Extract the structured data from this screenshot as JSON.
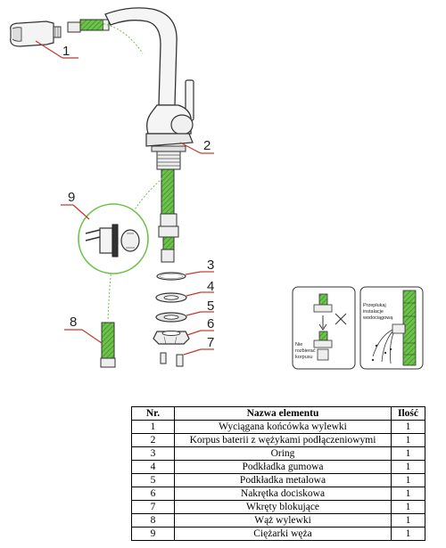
{
  "callouts": [
    "1",
    "2",
    "3",
    "4",
    "5",
    "6",
    "7",
    "8",
    "9"
  ],
  "inset_left": {
    "label_line1": "Nie",
    "label_line2": "rozbierać",
    "label_line3": "korpusu"
  },
  "inset_right": {
    "label_line1": "Przepłukaj",
    "label_line2": "instalacje",
    "label_line3": "wodociągową"
  },
  "colors": {
    "accent_green": "#6cc24a",
    "line_red": "#c0392b",
    "outline": "#333333"
  },
  "table": {
    "headers": {
      "nr": "Nr.",
      "name": "Nazwa elementu",
      "qty": "Ilość"
    },
    "rows": [
      {
        "nr": "1",
        "name": "Wyciągana końcówka wylewki",
        "qty": "1"
      },
      {
        "nr": "2",
        "name": "Korpus baterii z wężykami podłączeniowymi",
        "qty": "1"
      },
      {
        "nr": "3",
        "name": "Oring",
        "qty": "1"
      },
      {
        "nr": "4",
        "name": "Podkładka gumowa",
        "qty": "1"
      },
      {
        "nr": "5",
        "name": "Podkładka metalowa",
        "qty": "1"
      },
      {
        "nr": "6",
        "name": "Nakrętka dociskowa",
        "qty": "1"
      },
      {
        "nr": "7",
        "name": "Wkręty blokujące",
        "qty": "1"
      },
      {
        "nr": "8",
        "name": "Wąż wylewki",
        "qty": "1"
      },
      {
        "nr": "9",
        "name": "Ciężarki węża",
        "qty": "1"
      }
    ]
  }
}
